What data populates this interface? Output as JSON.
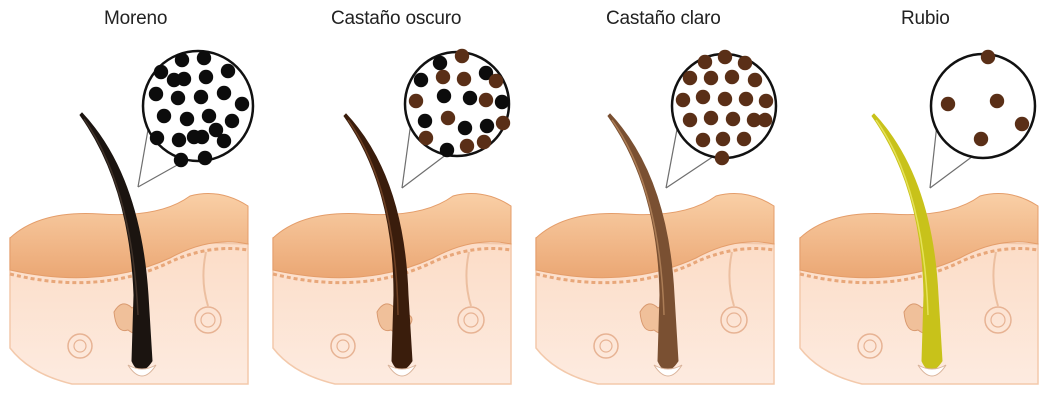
{
  "panels": [
    {
      "title": "Moreno",
      "hair_color": "#1b1410",
      "hair_highlight": "#4a3a30",
      "pigments": [
        {
          "color": "black",
          "count": 24
        },
        {
          "color": "brown",
          "count": 0
        }
      ]
    },
    {
      "title": "Castaño oscuro",
      "hair_color": "#3a1d0c",
      "hair_highlight": "#7a4a2a",
      "pigments": [
        {
          "color": "black",
          "count": 10
        },
        {
          "color": "brown",
          "count": 11
        }
      ]
    },
    {
      "title": "Castaño claro",
      "hair_color": "#7a5032",
      "hair_highlight": "#b8875e",
      "pigments": [
        {
          "color": "black",
          "count": 0
        },
        {
          "color": "brown",
          "count": 21
        }
      ]
    },
    {
      "title": "Rubio",
      "hair_color": "#c8c21a",
      "hair_highlight": "#eeea6a",
      "pigments": [
        {
          "color": "black",
          "count": 0
        },
        {
          "color": "brown",
          "count": 5
        }
      ]
    }
  ],
  "colors": {
    "skin_top": "#f6c79c",
    "skin_top_dark": "#eaa878",
    "skin_body": "#fbe3d2",
    "skin_edge": "#f3c9ab",
    "pigment_black": "#0c0c0c",
    "pigment_brown": "#5a2f17",
    "magnifier_ring": "#111111"
  }
}
